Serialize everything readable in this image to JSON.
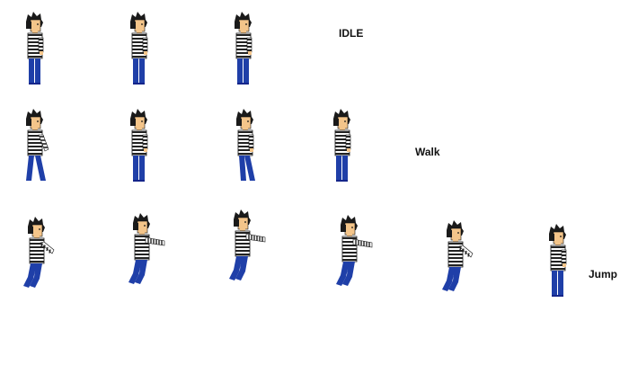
{
  "sheet": {
    "background": "#ffffff",
    "rows": [
      {
        "label": "IDLE",
        "poses": [
          "stand",
          "stand",
          "stand"
        ]
      },
      {
        "label": "Walk",
        "poses": [
          "walk-a",
          "stand",
          "walk-b",
          "walk-c"
        ]
      },
      {
        "label": "Jump",
        "poses": [
          "crouch-arms",
          "reach-1",
          "reach-2",
          "reach-3",
          "land",
          "stand-tall"
        ]
      }
    ]
  },
  "palette": {
    "skin": "#f4c58a",
    "hair": "#1a1a1a",
    "shirt_dark": "#222222",
    "shirt_light": "#ffffff",
    "pants": "#1f3fa8",
    "shoes": "#14258a",
    "outline": "#111111"
  }
}
